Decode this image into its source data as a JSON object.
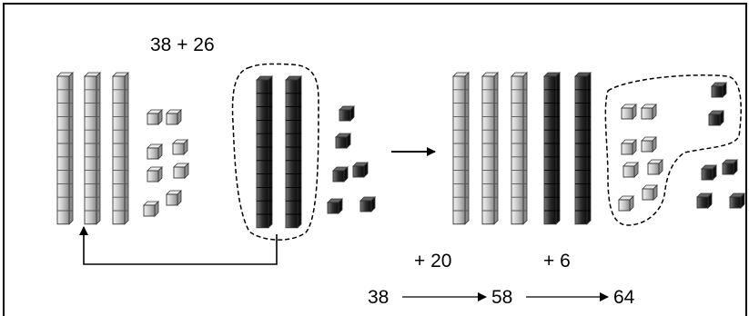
{
  "problem": "38 + 26",
  "steps": {
    "add_tens": "+ 20",
    "add_ones": "+ 6"
  },
  "number_line": {
    "start": "38",
    "middle": "58",
    "end": "64"
  },
  "model": {
    "addend_1": {
      "tens": 3,
      "ones": 8
    },
    "addend_2": {
      "tens": 2,
      "ones": 6
    },
    "after_adding_tens": {
      "tens": 5,
      "ones": 14
    }
  },
  "colors": {
    "light_block": "#c8c8c8",
    "dark_block": "#2a2a2a",
    "line": "#000000"
  }
}
